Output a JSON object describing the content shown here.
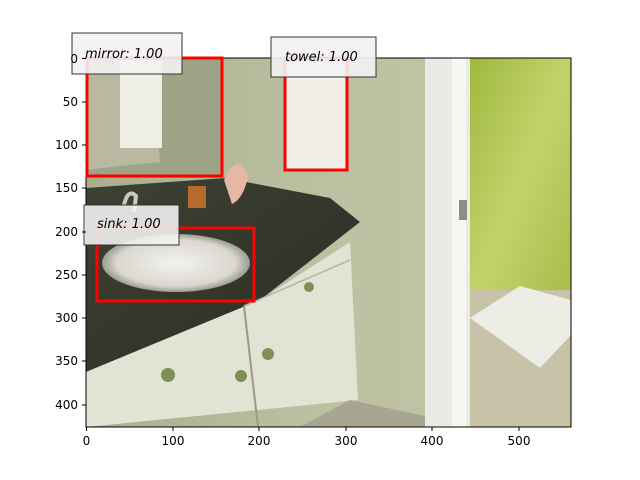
{
  "figure": {
    "image_description_colors": {
      "wall": "#b9bf9f",
      "counter": "#33372c",
      "cabinet": "#e6e6d8",
      "door_frame": "#eef0ea",
      "shower_curtain": "#a9c24c",
      "floor": "#c4bfa4"
    },
    "box_color": "#ff0000",
    "label_box_fill": "#f2f2f2",
    "label_box_edge": "#333333"
  },
  "axes": {
    "x_ticks": [
      "0",
      "100",
      "200",
      "300",
      "400",
      "500"
    ],
    "y_ticks": [
      "0",
      "50",
      "100",
      "150",
      "200",
      "250",
      "300",
      "350",
      "400"
    ]
  },
  "detections": [
    {
      "label": "mirror: 1.00"
    },
    {
      "label": "towel: 1.00"
    },
    {
      "label": "sink: 1.00"
    }
  ]
}
